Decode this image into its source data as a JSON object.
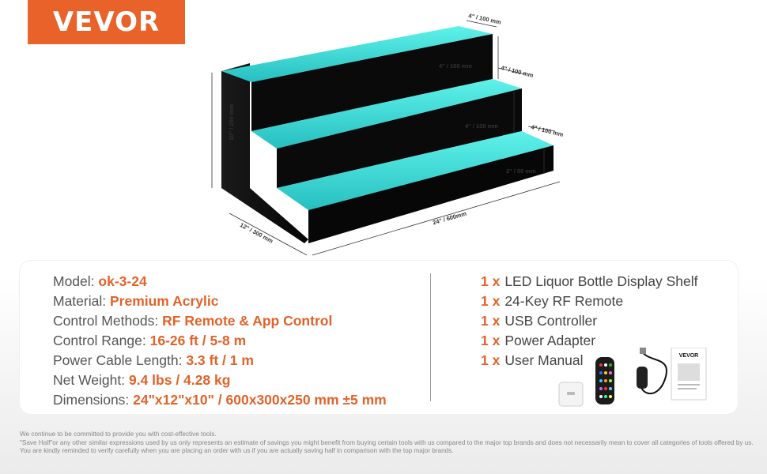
{
  "brand": {
    "logo_text": "VEVOR",
    "color": "#e8622a"
  },
  "diagram": {
    "dims": {
      "top_depth": "4\" / 100 mm",
      "top_riser": "4\" / 100 mm",
      "mid_depth": "4\" / 100 mm",
      "mid_riser": "4\" / 100 mm",
      "low_depth": "4\" / 100 mm",
      "low_riser": "2\" / 50 mm",
      "height": "10\" / 250 mm",
      "width": "24\" / 600mm",
      "depth": "12\" / 300 mm"
    },
    "glow_color": "#3fd9d4"
  },
  "specs": [
    {
      "label": "Model:",
      "value": "ok-3-24"
    },
    {
      "label": "Material:",
      "value": "Premium Acrylic"
    },
    {
      "label": "Control Methods:",
      "value": "RF Remote & App Control"
    },
    {
      "label": "Control Range:",
      "value": "16-26 ft / 5-8 m"
    },
    {
      "label": "Power Cable Length:",
      "value": "3.3 ft / 1 m"
    },
    {
      "label": "Net Weight:",
      "value": "9.4 lbs / 4.28 kg"
    },
    {
      "label": "Dimensions:",
      "value": "24\"x12\"x10\" / 600x300x250 mm ±5 mm"
    }
  ],
  "package_contents": [
    {
      "qty": "1 x",
      "item": "LED Liquor Bottle Display Shelf"
    },
    {
      "qty": "1 x",
      "item": "24-Key RF Remote"
    },
    {
      "qty": "1 x",
      "item": "USB Controller"
    },
    {
      "qty": "1 x",
      "item": "Power Adapter"
    },
    {
      "qty": "1 x",
      "item": "User Manual"
    }
  ],
  "manual_brand": "VEVOR",
  "disclaimer": [
    "We continue to be committed to provide you with cost-effective tools.",
    "\"Save Half\"or any other similar expressions used by us only represents an estimate of savings you might benefit from buying certain tools with us compared to the major top brands and does not necessarily mean to cover all categories of tools offered by us.",
    "You are kindly reminded to verify carefully when you are placing an order with us if you are actually saving half in comparison with the top major brands."
  ]
}
